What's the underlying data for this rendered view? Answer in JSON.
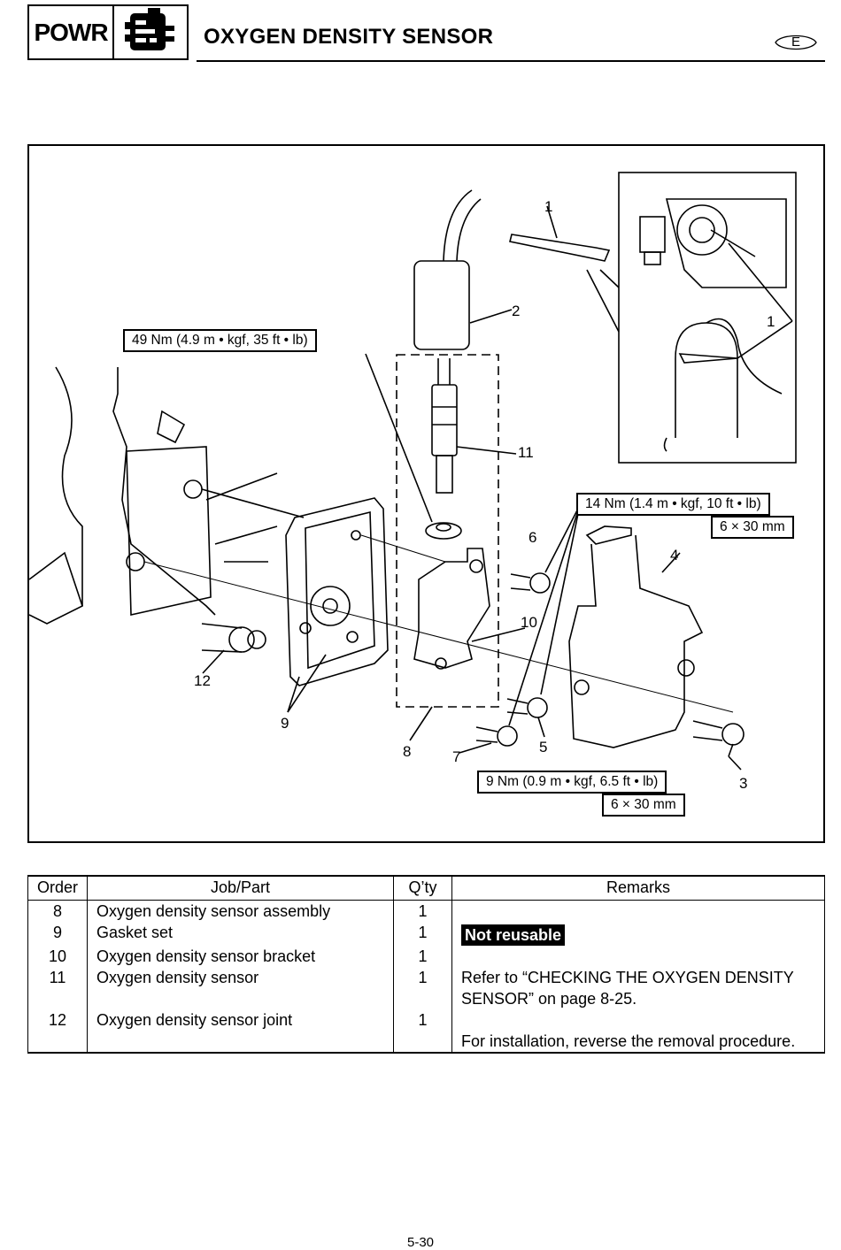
{
  "header": {
    "section_code": "POWR",
    "section_icon": "engine-block-icon",
    "title": "OXYGEN DENSITY SENSOR",
    "language": "E"
  },
  "figure": {
    "torque_spec_1": "49 Nm (4.9 m • kgf, 35 ft • lb)",
    "torque_spec_2": "14 Nm (1.4 m • kgf, 10 ft • lb)",
    "bolt_size_2": "6 × 30 mm",
    "torque_spec_3": "9 Nm (0.9 m • kgf, 6.5 ft • lb)",
    "bolt_size_3": "6 × 30 mm",
    "callouts": [
      "1",
      "2",
      "11",
      "6",
      "4",
      "10",
      "12",
      "9",
      "8",
      "7",
      "5",
      "3",
      "1"
    ]
  },
  "table": {
    "headers": [
      "Order",
      "Job/Part",
      "Q’ty",
      "Remarks"
    ],
    "rows": [
      {
        "order": "8",
        "part": "Oxygen density sensor assembly",
        "qty": "1",
        "remarks": ""
      },
      {
        "order": "9",
        "part": "Gasket set",
        "qty": "1",
        "remarks": "Not reusable"
      },
      {
        "order": "10",
        "part": "Oxygen density sensor bracket",
        "qty": "1",
        "remarks": ""
      },
      {
        "order": "11",
        "part": "Oxygen density sensor",
        "qty": "1",
        "remarks": "Refer to “CHECKING THE OXYGEN DENSITY SENSOR” on page 8-25."
      },
      {
        "order": "12",
        "part": "Oxygen density sensor joint",
        "qty": "1",
        "remarks": ""
      },
      {
        "order": "",
        "part": "",
        "qty": "",
        "remarks": "For installation, reverse the removal procedure."
      }
    ]
  },
  "footer": {
    "page_number": "5-30"
  }
}
